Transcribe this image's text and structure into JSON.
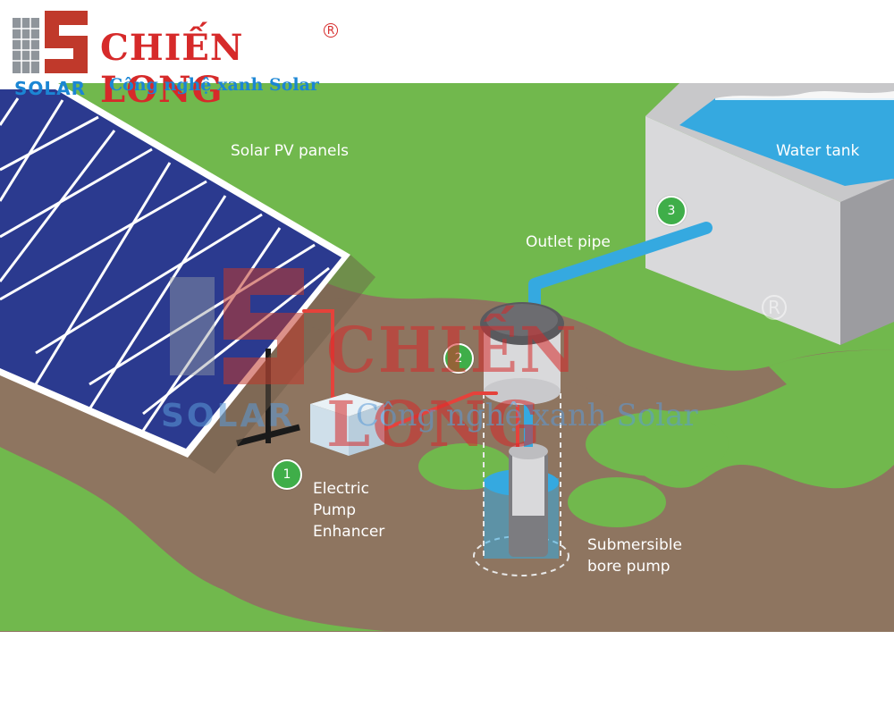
{
  "logo": {
    "brand": "CHIẾN LONG",
    "tagline": "Công nghệ xanh Solar",
    "solar": "SOLAR",
    "registered": "R"
  },
  "watermark": {
    "brand": "CHIẾN LONG",
    "tagline": "Công nghệ xanh Solar",
    "solar": "SOLAR",
    "registered": "R"
  },
  "diagram": {
    "labels": {
      "panels": "Solar PV panels",
      "tank": "Water tank",
      "outlet": "Outlet pipe",
      "enhancer": "Electric\nPump\nEnhancer",
      "bore": "Submersible\nbore pump"
    },
    "steps": [
      "1",
      "2",
      "3"
    ]
  },
  "colors": {
    "grass": "#71b84d",
    "soil": "#8e7560",
    "panel": "#2b3a8f",
    "water": "#35a9e0",
    "wire": "#e5423b",
    "badge": "#3fae49",
    "brand_red": "#d62a2a",
    "brand_blue": "#1b86d4"
  },
  "icons": [
    "logo-mark-icon",
    "water-pipe-icon",
    "solar-panel-icon"
  ]
}
